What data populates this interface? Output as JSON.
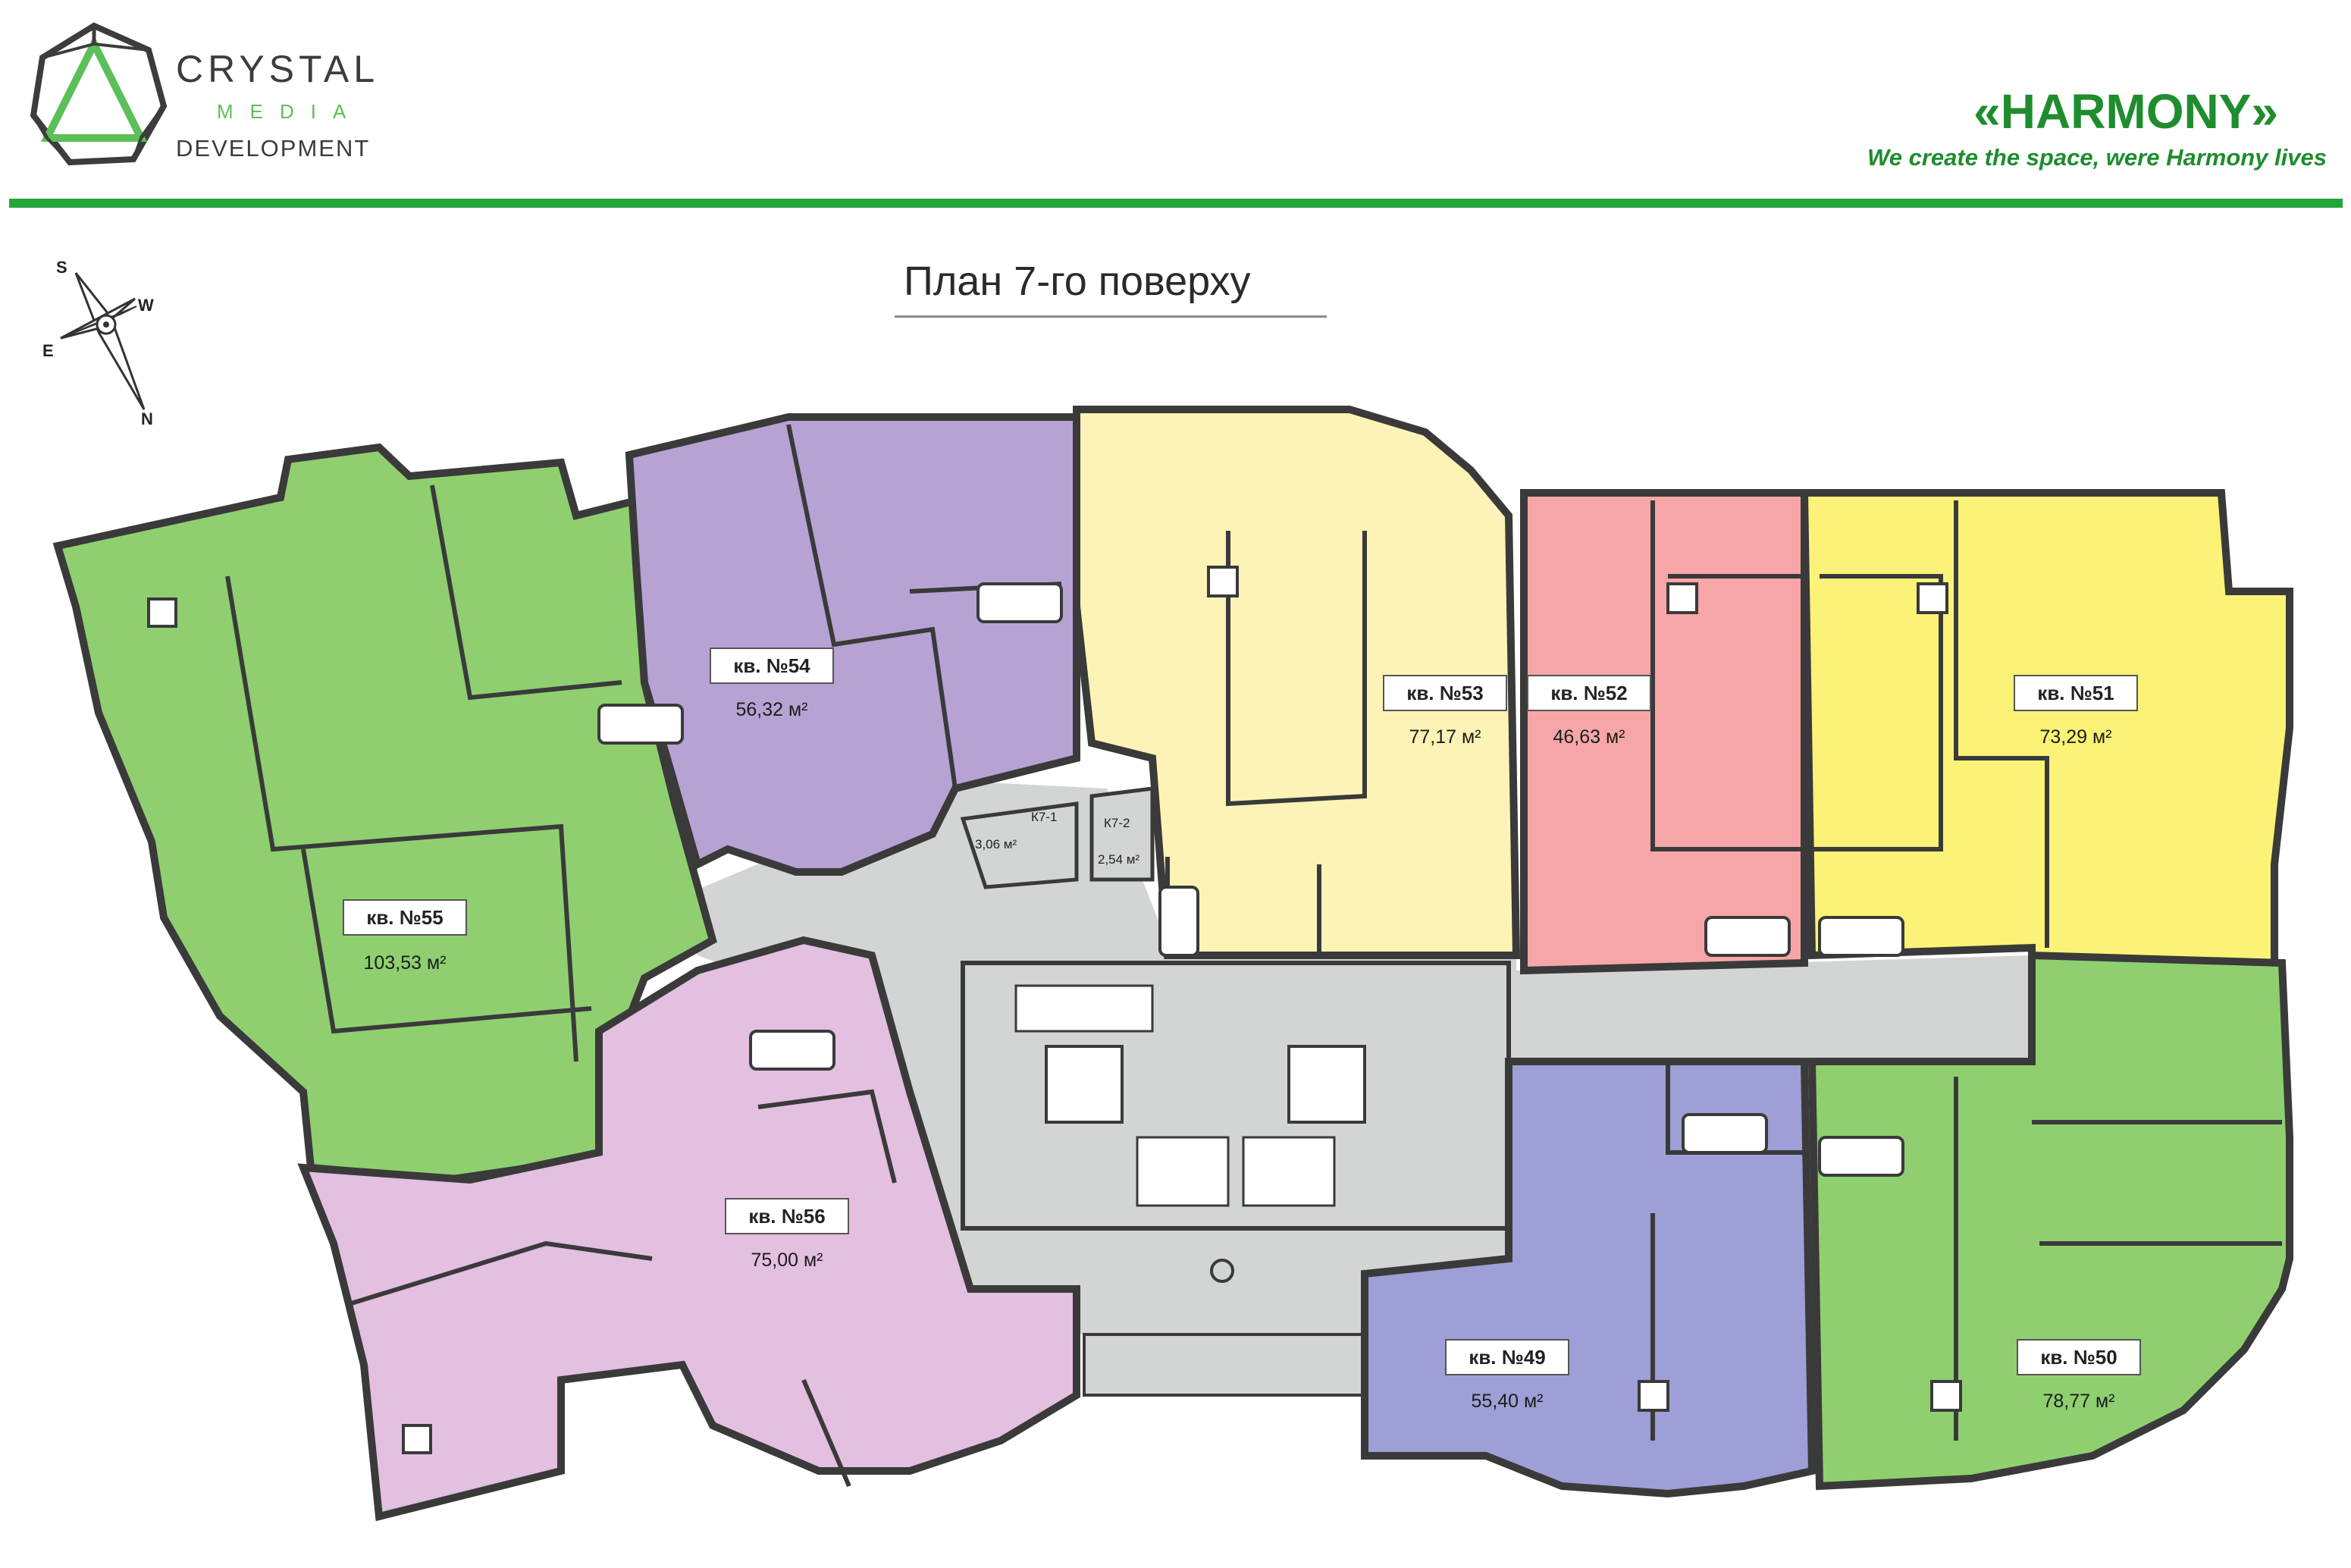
{
  "header": {
    "brand": {
      "name": "CRYSTAL",
      "sub1": "MEDIA",
      "sub2": "DEVELOPMENT"
    },
    "project": {
      "title": "«HARMONY»",
      "tagline": "We create the space, were Harmony lives"
    }
  },
  "plan": {
    "title": "План 7-го поверху"
  },
  "compass": {
    "s": "S",
    "w": "W",
    "e": "E",
    "n": "N"
  },
  "apartments": [
    {
      "label": "кв. №55",
      "area": "103,53 м²",
      "color": "#8fcf70"
    },
    {
      "label": "кв. №54",
      "area": "56,32 м²",
      "color": "#b7a2d4"
    },
    {
      "label": "кв. №53",
      "area": "77,17 м²",
      "color": "#fdf3b6"
    },
    {
      "label": "кв. №52",
      "area": "46,63 м²",
      "color": "#f6a6a6"
    },
    {
      "label": "кв. №51",
      "area": "73,29 м²",
      "color": "#fbf277"
    },
    {
      "label": "кв. №56",
      "area": "75,00 м²",
      "color": "#e3bfe0"
    },
    {
      "label": "кв. №49",
      "area": "55,40 м²",
      "color": "#9d9fd6"
    },
    {
      "label": "кв. №50",
      "area": "78,77 м²",
      "color": "#8fcf70"
    }
  ],
  "storage": [
    {
      "label": "К7-1",
      "area": "3,06 м²"
    },
    {
      "label": "К7-2",
      "area": "2,54 м²"
    }
  ],
  "colors": {
    "common_area": "#d3d4d4",
    "wall": "#3a3a3a",
    "accent_green": "#22a63a"
  }
}
